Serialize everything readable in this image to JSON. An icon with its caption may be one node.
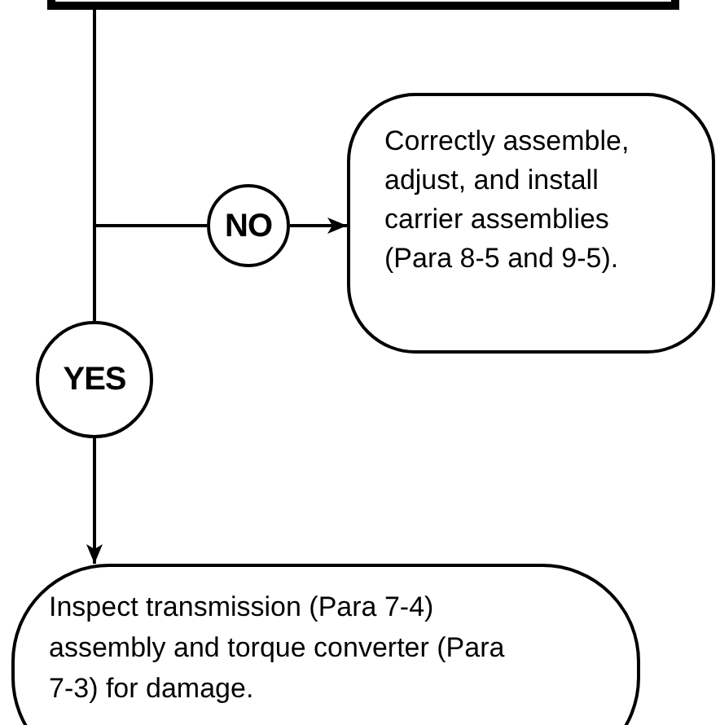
{
  "diagram": {
    "nodes": [
      {
        "text": [],
        "shape": "box"
      },
      {
        "text": [
          "NO"
        ]
      },
      {
        "text": [
          "Correctly assemble, adjust, and install carrier assemblies (Para 8-5 and 9-5)."
        ]
      },
      {
        "text": [
          "YES"
        ]
      },
      {
        "text": [
          "Inspect transmission (Para 7-4) assembly and torque converter (Para 7-3) for damage."
        ]
      }
    ],
    "edges": [
      {
        "from": 0,
        "to": 1,
        "arrow": "none"
      },
      {
        "from": 1,
        "to": 2,
        "arrow": "to"
      },
      {
        "from": 0,
        "to": 3,
        "arrow": "none"
      },
      {
        "from": 3,
        "to": 4,
        "arrow": "to"
      }
    ]
  }
}
